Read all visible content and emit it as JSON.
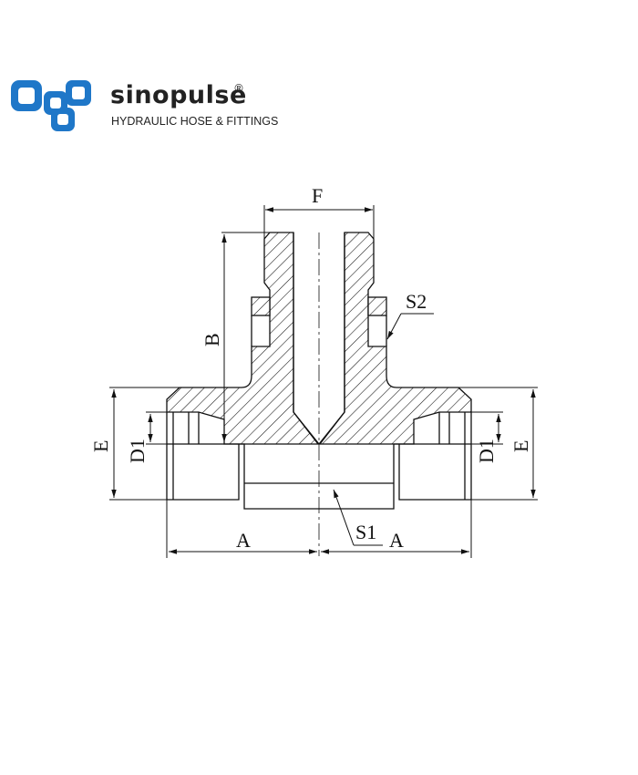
{
  "brand": {
    "name": "sinopulse",
    "registered_mark": "®",
    "tagline": "HYDRAULIC HOSE & FITTINGS",
    "logo_color": "#1f77c8"
  },
  "drawing": {
    "labels": {
      "F": "F",
      "B": "B",
      "S2": "S2",
      "S1": "S1",
      "A_left": "A",
      "A_right": "A",
      "E_left": "E",
      "E_right": "E",
      "D1_left": "D1",
      "D1_right": "D1"
    },
    "line_color": "#111111"
  }
}
